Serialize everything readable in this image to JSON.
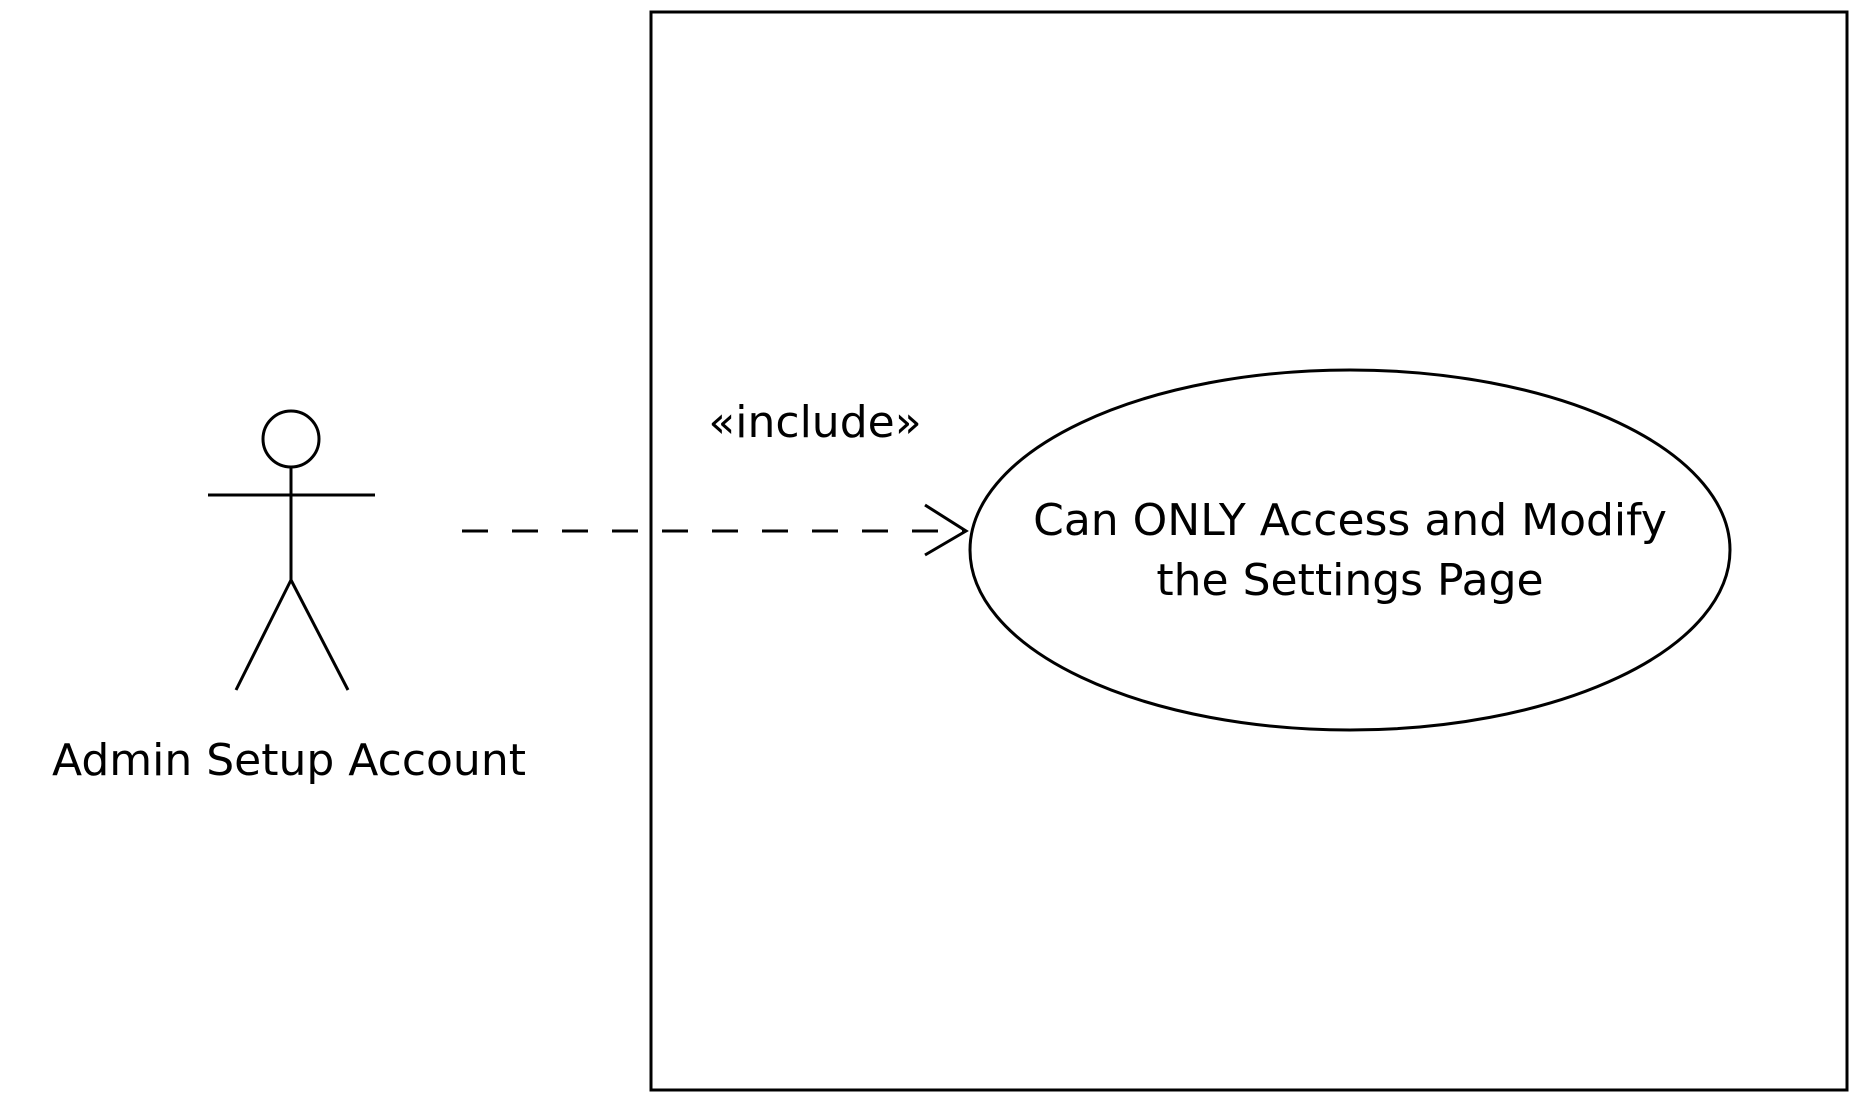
{
  "diagram": {
    "type": "uml-use-case",
    "actor": {
      "name": "Admin Setup Account"
    },
    "use_case": {
      "line1": "Can ONLY Access and Modify",
      "line2": "the Settings Page"
    },
    "relationship": {
      "stereotype": "«include»",
      "style": "dashed",
      "direction": "actor-to-use-case"
    },
    "colors": {
      "stroke": "#000000",
      "background": "#ffffff"
    }
  }
}
